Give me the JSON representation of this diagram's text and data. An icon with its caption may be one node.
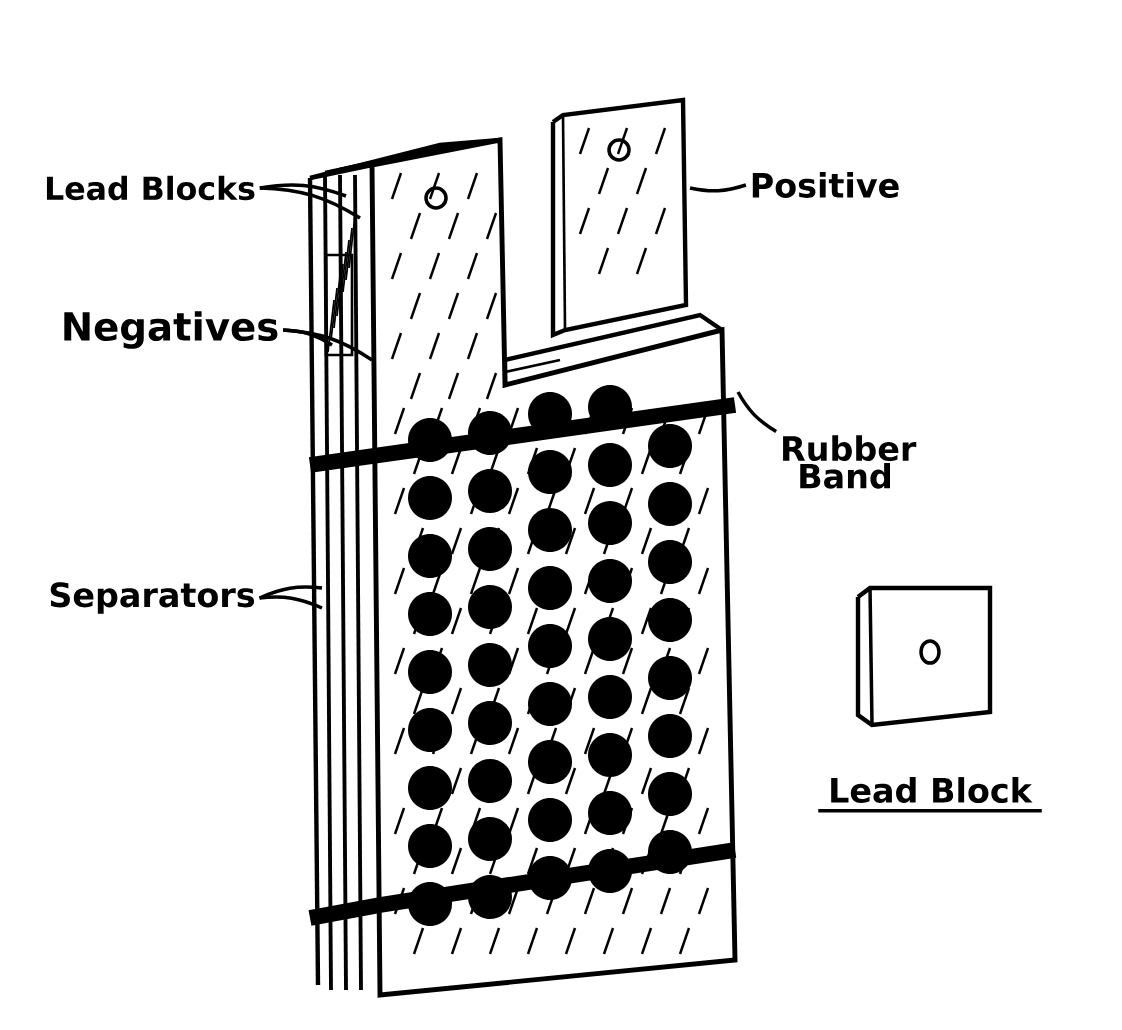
{
  "diagram": {
    "nodes": [
      {
        "text": [
          "Lead Blocks"
        ]
      },
      {
        "text": [
          "Negatives"
        ]
      },
      {
        "text": [
          "Separators"
        ]
      },
      {
        "text": [
          "Positive"
        ]
      },
      {
        "text": [
          "Rubber Band"
        ]
      }
    ],
    "edges": [
      {
        "from": 0,
        "to": null,
        "arrow": "none"
      },
      {
        "from": 0,
        "to": null,
        "arrow": "none"
      },
      {
        "from": 1,
        "to": null,
        "arrow": "none"
      },
      {
        "from": 1,
        "to": null,
        "arrow": "none"
      },
      {
        "from": 2,
        "to": null,
        "arrow": "none"
      },
      {
        "from": 2,
        "to": null,
        "arrow": "none"
      },
      {
        "from": 3,
        "to": null,
        "arrow": "none"
      },
      {
        "from": 4,
        "to": null,
        "arrow": "none"
      }
    ],
    "labels": [
      "Lead Block"
    ]
  }
}
